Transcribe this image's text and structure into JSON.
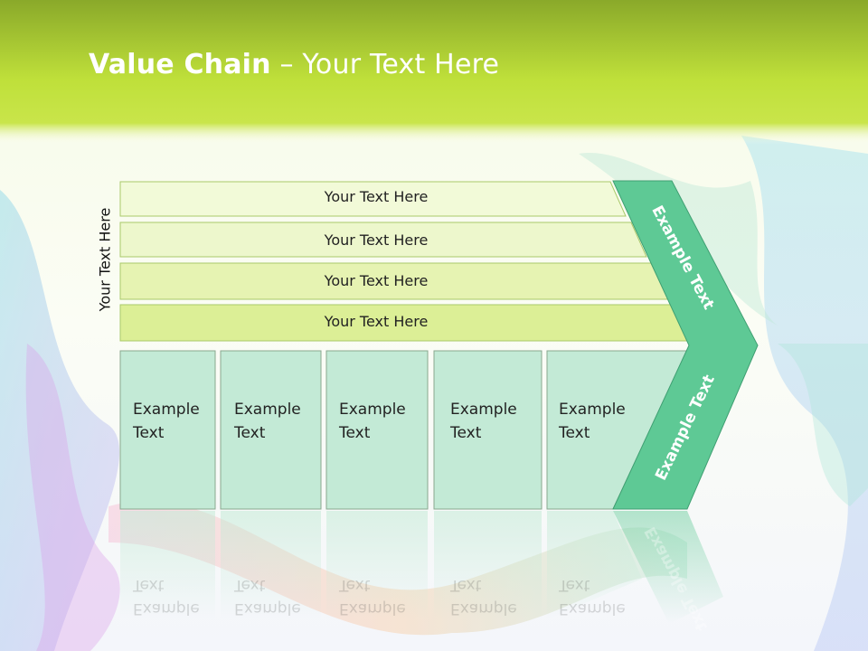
{
  "slide": {
    "title_bold": "Value Chain",
    "title_rest": " – Your Text Here",
    "side_label": "Your Text Here"
  },
  "rows": [
    {
      "label": "Your Text Here"
    },
    {
      "label": "Your Text Here"
    },
    {
      "label": "Your Text Here"
    },
    {
      "label": "Your Text Here"
    }
  ],
  "boxes": [
    {
      "line1": "Example",
      "line2": "Text"
    },
    {
      "line1": "Example",
      "line2": "Text"
    },
    {
      "line1": "Example",
      "line2": "Text"
    },
    {
      "line1": "Example",
      "line2": "Text"
    },
    {
      "line1": "Example",
      "line2": "Text"
    }
  ],
  "chevron": {
    "upper_label": "Example Text",
    "lower_label": "Example Text"
  },
  "colors": {
    "title_bar_top": "#8fb02a",
    "title_bar_bottom": "#c6e23d",
    "row_fills": [
      "#f2fad8",
      "#edf7cc",
      "#e6f3b2",
      "#dcef96"
    ],
    "box_fill": "#c3ead6",
    "chevron_fill": "#5ec995"
  }
}
